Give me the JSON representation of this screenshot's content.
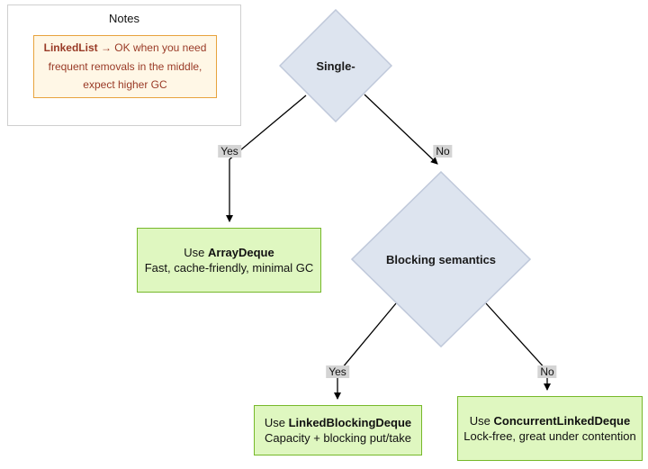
{
  "notes": {
    "title": "Notes",
    "strong": "LinkedList",
    "rest": " → OK when you need frequent removals in the middle, expect higher GC"
  },
  "nodes": {
    "decision1": "Single-",
    "decision2": "Blocking semantics",
    "result1": {
      "prefix": "Use ",
      "name": "ArrayDeque",
      "desc": "Fast, cache-friendly, minimal GC"
    },
    "result2": {
      "prefix": "Use ",
      "name": "LinkedBlockingDeque",
      "desc": "Capacity + blocking put/take"
    },
    "result3": {
      "prefix": "Use ",
      "name": "ConcurrentLinkedDeque",
      "desc": "Lock-free, great under contention"
    }
  },
  "edge_labels": {
    "yes1": "Yes",
    "no1": "No",
    "yes2": "Yes",
    "no2": "No"
  },
  "colors": {
    "decision_fill": "#dde4ef",
    "decision_border": "#bfc8da",
    "result_fill": "#dff7c0",
    "result_border": "#76b82a",
    "note_fill": "#fff7e6",
    "note_border": "#e8a33d",
    "note_text": "#993a26",
    "edge_label_bg": "#d4d4d4"
  }
}
